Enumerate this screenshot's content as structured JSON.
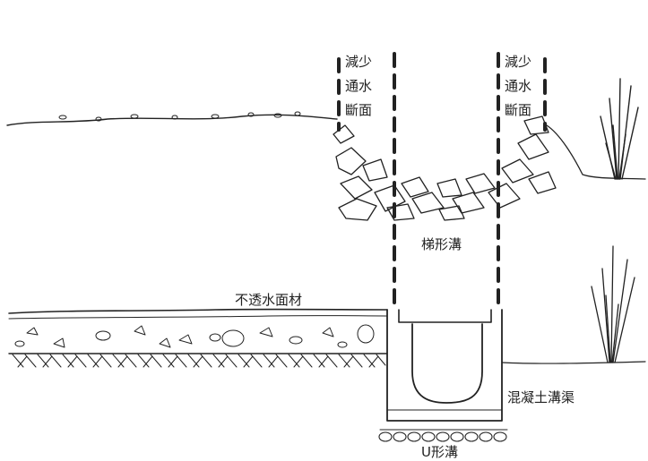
{
  "labels": {
    "reduce_section_left": [
      "減少",
      "通水",
      "斷面"
    ],
    "reduce_section_right": [
      "減少",
      "通水",
      "斷面"
    ],
    "trapezoid_ditch": "梯形溝",
    "impervious_surface": "不透水面材",
    "concrete_channel": "混凝土溝渠",
    "u_ditch": "U形溝"
  },
  "colors": {
    "ink": "#222222",
    "paper": "#ffffff"
  }
}
